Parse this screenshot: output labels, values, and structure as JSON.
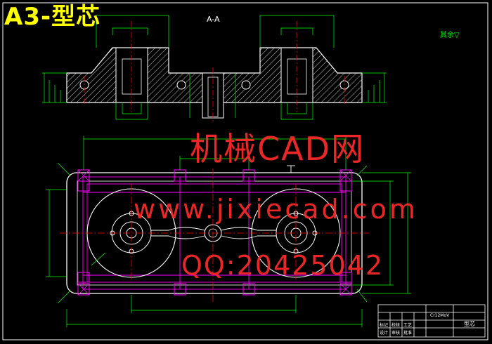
{
  "drawing": {
    "title_overlay": "A3-型芯",
    "section_label": "A-A",
    "roughness_note": "其余▽",
    "watermark": {
      "line1": "机械CAD网",
      "line2": "www.jixiecad.com",
      "line3": "QQ:20425042"
    },
    "title_block": {
      "material": "Cr12MoV",
      "part_name": "型芯",
      "company": "",
      "small_texts": [
        "标记",
        "设计",
        "校核",
        "审核",
        "工艺",
        "批准"
      ]
    }
  },
  "colors": {
    "background": "#000000",
    "outline": "#ffffff",
    "section": "#ffffff",
    "dimension": "#00ff00",
    "center_line": "#ff0000",
    "hidden": "#ff00ff",
    "border": "#ffffff",
    "watermark": "#ff2a2a",
    "overlay_title": "#ffff00"
  }
}
